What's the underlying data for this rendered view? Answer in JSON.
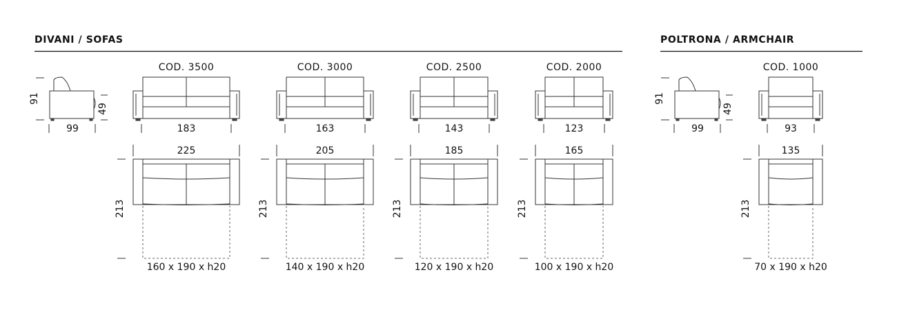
{
  "headers": {
    "sofas": "DIVANI / SOFAS",
    "armchair": "POLTRONA / ARMCHAIR"
  },
  "side_views": [
    {
      "height": "91",
      "seat": "49",
      "depth": "99"
    },
    {
      "height": "91",
      "seat": "49",
      "depth": "99"
    }
  ],
  "models": [
    {
      "code": "COD. 3500",
      "inner_width": "183",
      "total_width": "225",
      "length": "213",
      "bed": "160 x 190 x h20"
    },
    {
      "code": "COD. 3000",
      "inner_width": "163",
      "total_width": "205",
      "length": "213",
      "bed": "140 x 190 x h20"
    },
    {
      "code": "COD. 2500",
      "inner_width": "143",
      "total_width": "185",
      "length": "213",
      "bed": "120 x 190 x h20"
    },
    {
      "code": "COD. 2000",
      "inner_width": "123",
      "total_width": "165",
      "length": "213",
      "bed": "100 x 190 x h20"
    },
    {
      "code": "COD. 1000",
      "inner_width": "93",
      "total_width": "135",
      "length": "213",
      "bed": "70 x 190 x h20"
    }
  ]
}
